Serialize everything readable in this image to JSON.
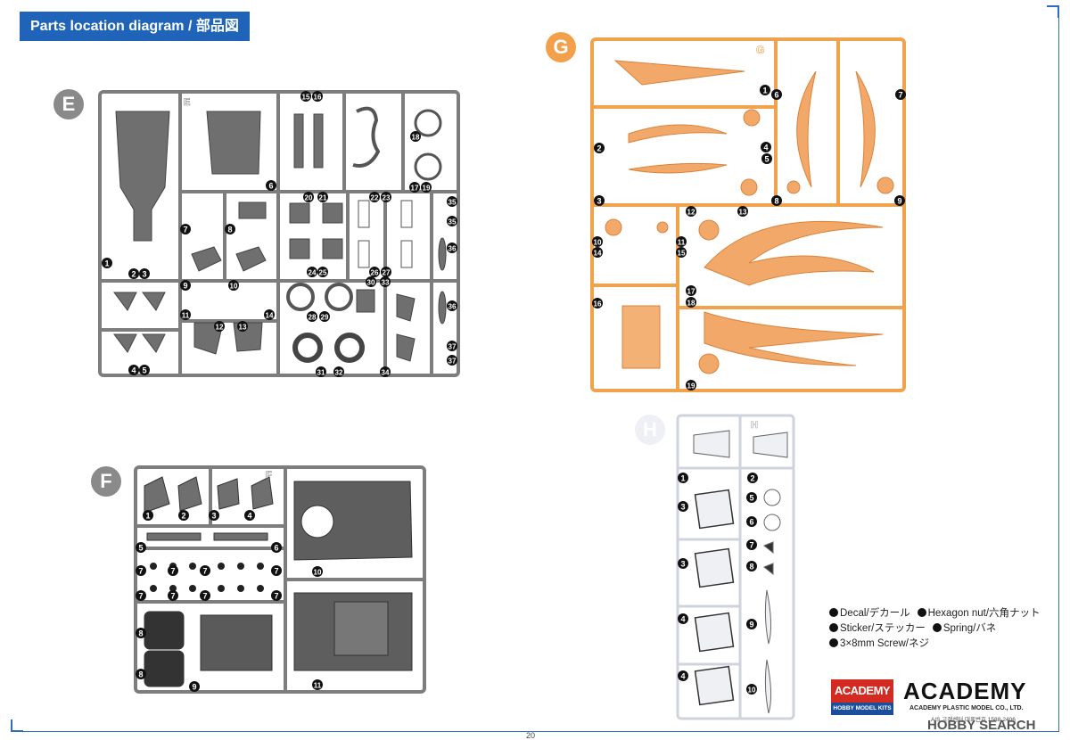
{
  "header": {
    "title": "Parts location diagram / 部品図"
  },
  "sections": {
    "E": {
      "badge": "E",
      "tag": "E"
    },
    "F": {
      "badge": "F",
      "tag": "F"
    },
    "G": {
      "badge": "G",
      "tag": "G"
    },
    "H": {
      "badge": "H",
      "tag": "H"
    }
  },
  "colors": {
    "accent": "#1f64b8",
    "sprue_gray": "#888888",
    "sprue_orange": "#f2a14a",
    "sprue_clear": "#cfd3dc",
    "brand_red": "#d32a22"
  },
  "callouts": {
    "E": [
      "1",
      "2",
      "3",
      "4",
      "5",
      "6",
      "7",
      "8",
      "9",
      "10",
      "11",
      "12",
      "13",
      "14",
      "15",
      "16",
      "17",
      "18",
      "19",
      "20",
      "21",
      "22",
      "23",
      "24",
      "25",
      "26",
      "27",
      "28",
      "29",
      "30",
      "31",
      "32",
      "33",
      "34",
      "35",
      "35",
      "36",
      "36",
      "37",
      "37"
    ],
    "F": [
      "1",
      "2",
      "3",
      "4",
      "5",
      "6",
      "7",
      "7",
      "7",
      "7",
      "7",
      "7",
      "7",
      "7",
      "8",
      "8",
      "9",
      "10",
      "11"
    ],
    "G": [
      "1",
      "2",
      "3",
      "4",
      "5",
      "6",
      "7",
      "8",
      "9",
      "10",
      "11",
      "12",
      "13",
      "14",
      "15",
      "16",
      "17",
      "18",
      "19"
    ],
    "H": [
      "1",
      "2",
      "3",
      "3",
      "4",
      "4",
      "5",
      "6",
      "7",
      "8",
      "9",
      "10"
    ]
  },
  "legend": {
    "decal": "Decal/デカール",
    "hexnut": "Hexagon nut/六角ナット",
    "sticker": "Sticker/ステッカー",
    "spring": "Spring/バネ",
    "screw": "3×8mm Screw/ネジ"
  },
  "brand": {
    "box_top": "ACADEMY",
    "box_bottom": "HOBBY MODEL KITS",
    "logo": "ACADEMY",
    "logo_sub": "ACADEMY PLASTIC MODEL CO., LTD.",
    "logo_sub2": "A/S 고객센터 대표번호 1588-2406"
  },
  "watermark": "HOBBY SEARCH",
  "page_number": "20"
}
